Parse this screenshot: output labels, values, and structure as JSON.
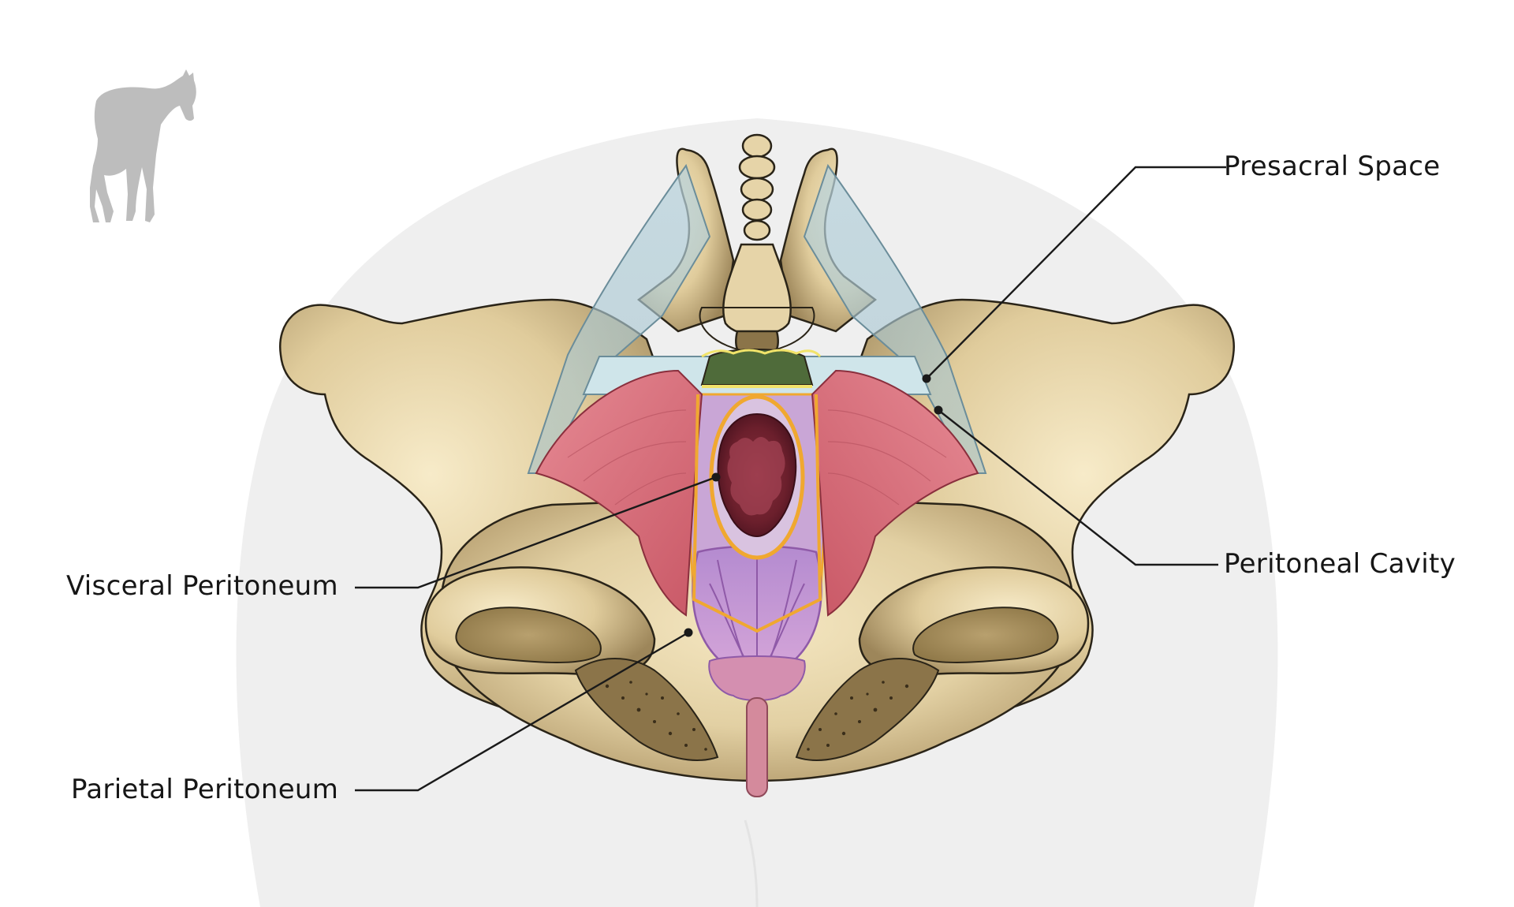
{
  "diagram": {
    "species_icon": "horse-silhouette-icon",
    "colors": {
      "bone": "#d9c8a0",
      "bone_shadow": "#a8926a",
      "muscle": "#d9707c",
      "ligament": "#a9c7d2",
      "peritoneum_line": "#f0a830",
      "rectum_interior": "#7a2a36",
      "viscera": "#c79ad0",
      "body_outline": "#eeeeee",
      "leader_line": "#1a1a1a",
      "fat_layer": "#4f6b3a"
    },
    "labels": {
      "presacral_space": "Presacral Space",
      "peritoneal_cavity": "Peritoneal Cavity",
      "visceral_peritoneum": "Visceral Peritoneum",
      "parietal_peritoneum": "Parietal Peritoneum"
    }
  }
}
